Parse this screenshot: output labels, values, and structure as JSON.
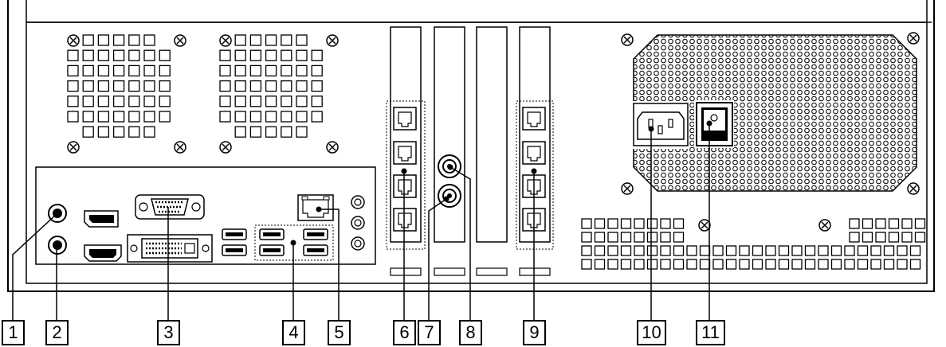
{
  "callouts": [
    {
      "id": "c1",
      "label": "1"
    },
    {
      "id": "c2",
      "label": "2"
    },
    {
      "id": "c3",
      "label": "3"
    },
    {
      "id": "c4",
      "label": "4"
    },
    {
      "id": "c5",
      "label": "5"
    },
    {
      "id": "c6",
      "label": "6"
    },
    {
      "id": "c7",
      "label": "7"
    },
    {
      "id": "c8",
      "label": "8"
    },
    {
      "id": "c9",
      "label": "9"
    },
    {
      "id": "c10",
      "label": "10"
    },
    {
      "id": "c11",
      "label": "11"
    }
  ],
  "colors": {
    "line": "#000000",
    "panel": "#ffffff"
  }
}
